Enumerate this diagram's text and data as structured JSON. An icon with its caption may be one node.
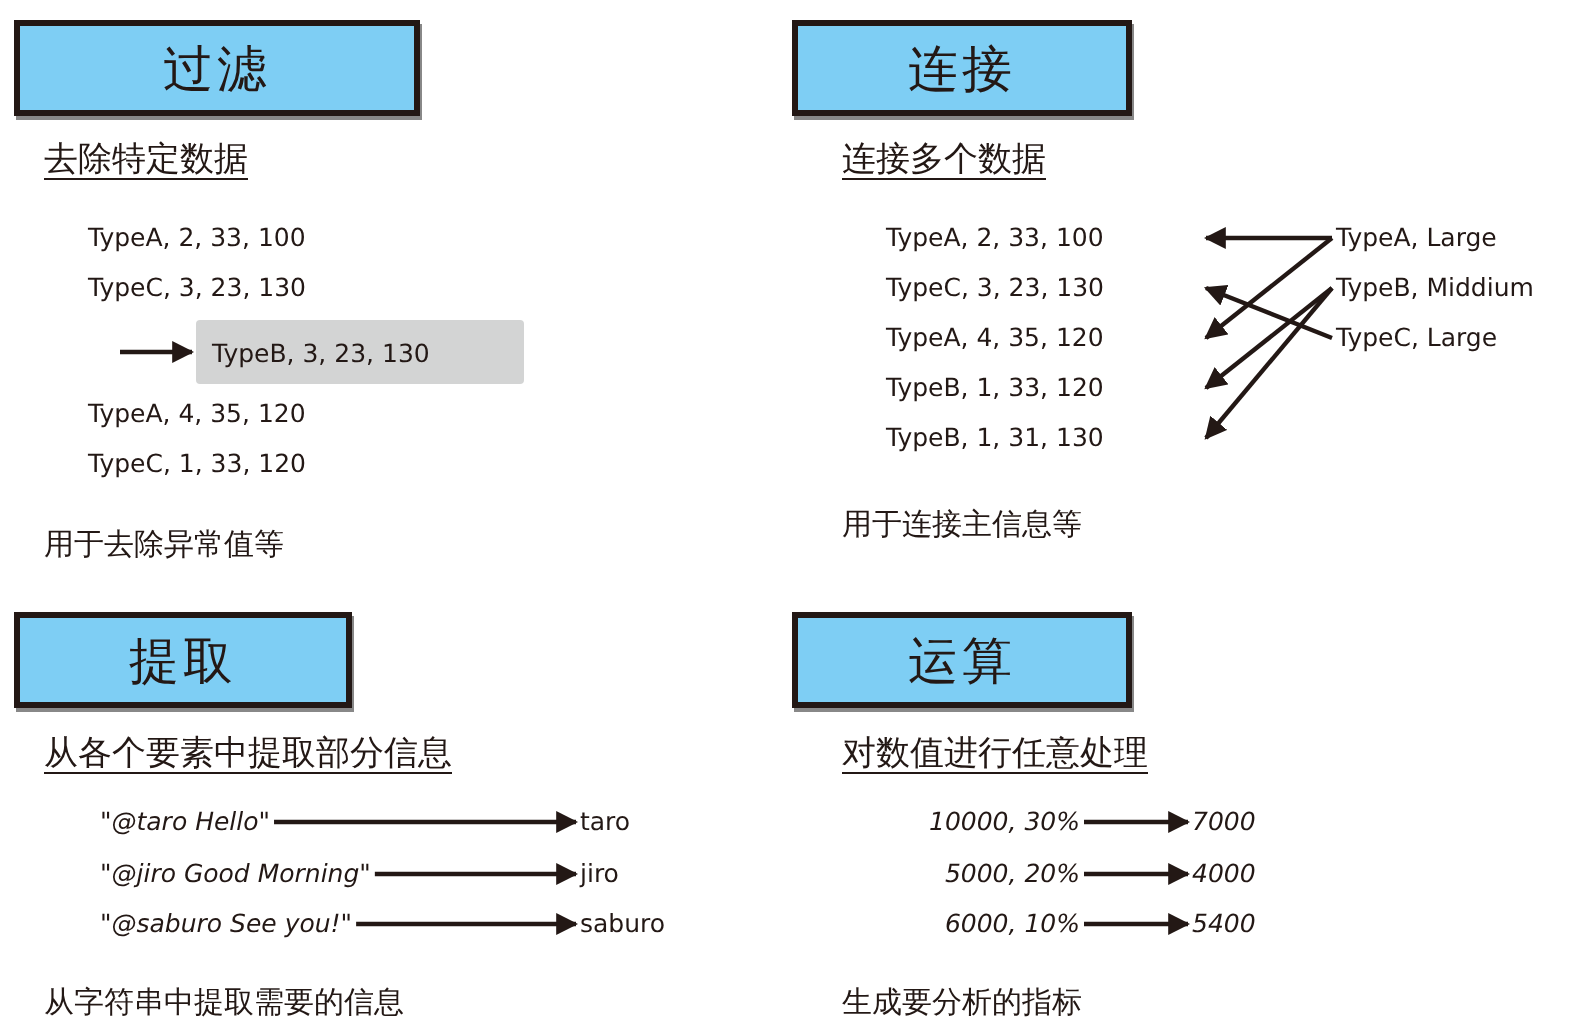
{
  "diagram": {
    "nodes": [
      {
        "text": [
          "过滤"
        ],
        "beside": [
          "去除特定数据"
        ]
      },
      {
        "text": [
          "TypeB, 3, 23, 130"
        ]
      },
      {
        "text": [
          "连接"
        ],
        "beside": [
          "连接多个数据"
        ]
      },
      {
        "text": [
          "TypeA, 2, 33, 100"
        ]
      },
      {
        "text": [
          "TypeC, 3, 23, 130"
        ]
      },
      {
        "text": [
          "TypeA, 4, 35, 120"
        ]
      },
      {
        "text": [
          "TypeB, 1, 33, 120"
        ]
      },
      {
        "text": [
          "TypeB, 1, 31, 130"
        ]
      },
      {
        "text": [
          "TypeA, Large"
        ]
      },
      {
        "text": [
          "TypeB, Middium"
        ]
      },
      {
        "text": [
          "TypeC, Large"
        ]
      },
      {
        "text": [
          "提取"
        ],
        "beside": [
          "从各个要素中提取部分信息"
        ]
      },
      {
        "text": [
          "\"@taro Hello\""
        ]
      },
      {
        "text": [
          "\"@jiro Good Morning\""
        ]
      },
      {
        "text": [
          "\"@saburo See you!\""
        ]
      },
      {
        "text": [
          "taro"
        ]
      },
      {
        "text": [
          "jiro"
        ]
      },
      {
        "text": [
          "saburo"
        ]
      },
      {
        "text": [
          "运算"
        ],
        "beside": [
          "对数值进行任意处理"
        ]
      },
      {
        "text": [
          "10000, 30%"
        ]
      },
      {
        "text": [
          "5000, 20%"
        ]
      },
      {
        "text": [
          "6000, 10%"
        ]
      },
      {
        "text": [
          "7000"
        ]
      },
      {
        "text": [
          "4000"
        ]
      },
      {
        "text": [
          "5400"
        ]
      }
    ],
    "edges": [
      {
        "from": null,
        "to": 1,
        "arrow": "to"
      },
      {
        "from": 8,
        "to": 3,
        "arrow": "to"
      },
      {
        "from": 8,
        "to": 5,
        "arrow": "to"
      },
      {
        "from": 9,
        "to": 6,
        "arrow": "to"
      },
      {
        "from": 9,
        "to": 7,
        "arrow": "to"
      },
      {
        "from": 10,
        "to": 4,
        "arrow": "to"
      },
      {
        "from": 12,
        "to": 15,
        "arrow": "to"
      },
      {
        "from": 13,
        "to": 16,
        "arrow": "to"
      },
      {
        "from": 14,
        "to": 17,
        "arrow": "to"
      },
      {
        "from": 19,
        "to": 22,
        "arrow": "to"
      },
      {
        "from": 20,
        "to": 23,
        "arrow": "to"
      },
      {
        "from": 21,
        "to": 24,
        "arrow": "to"
      }
    ],
    "labels": [
      "TypeA, 2, 33, 100",
      "TypeC, 3, 23, 130",
      "TypeA, 4, 35, 120",
      "TypeC, 1, 33, 120",
      "用于去除异常值等",
      "用于连接主信息等",
      "从字符串中提取需要的信息",
      "生成要分析的指标"
    ]
  }
}
